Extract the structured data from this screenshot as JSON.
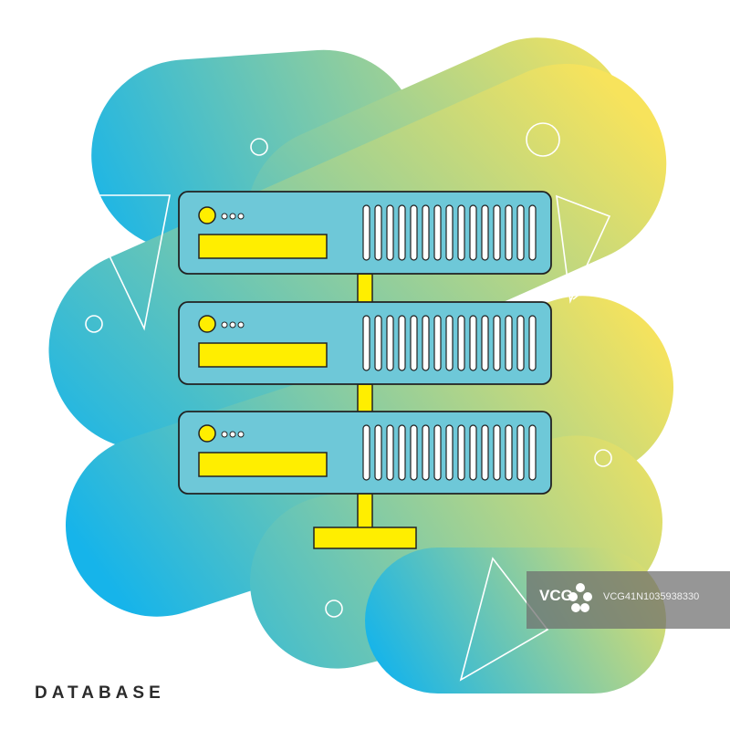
{
  "caption": "DATABASE",
  "watermark": {
    "logo": "VCG",
    "id": "VCG41N1035938330"
  },
  "colors": {
    "gradient_blue": "#16b4ea",
    "gradient_yellow": "#f7e35c",
    "server_fill": "#6ec8d8",
    "accent_yellow": "#ffee00",
    "outline": "#222222",
    "caption": "#2b2b2b"
  },
  "icons": [
    "database-server-icon"
  ]
}
